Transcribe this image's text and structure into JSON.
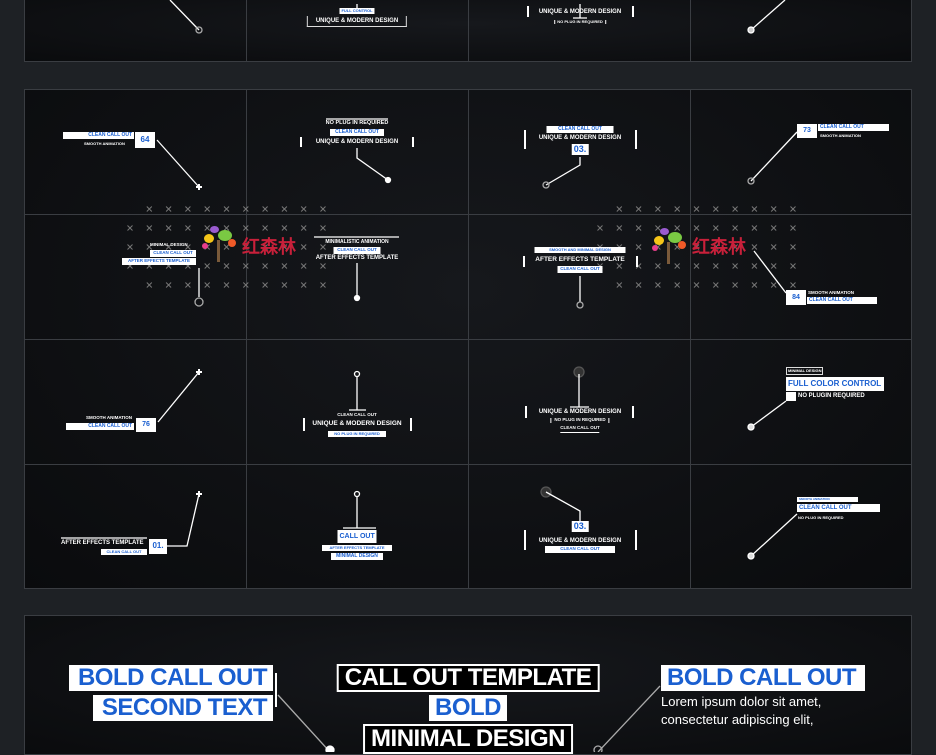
{
  "top": {
    "c2_small": "FULL CONTROL",
    "c2_main": "UNIQUE & MODERN DESIGN",
    "c3_main": "UNIQUE & MODERN DESIGN",
    "c3_sub": "NO PLUG IN REQUIRED"
  },
  "r1": {
    "c1_box": "CLEAN CALL OUT",
    "c1_sub": "SMOOTH ANIMATION",
    "c1_num": "64",
    "c2_a": "NO PLUG IN REQUIRED",
    "c2_b": "CLEAN CALL OUT",
    "c2_c": "UNIQUE & MODERN DESIGN",
    "c3_a": "CLEAN CALL OUT",
    "c3_b": "UNIQUE & MODERN DESIGN",
    "c3_num": "03.",
    "c4_num": "73",
    "c4_box": "CLEAN CALL OUT",
    "c4_sub": "SMOOTH ANIMATION"
  },
  "r2": {
    "c1_a": "MINIMAL DESIGN",
    "c1_b": "CLEAN CALL OUT",
    "c1_c": "AFTER EFFECTS TEMPLATE",
    "c2_a": "MINIMALISTIC ANIMATION",
    "c2_b": "CLEAN CALL OUT",
    "c2_c": "AFTER EFFECTS TEMPLATE",
    "c3_a": "SMOOTH AND MINIMAL DESIGN",
    "c3_b": "AFTER EFFECTS TEMPLATE",
    "c3_c": "CLEAN CALL OUT",
    "c4_num": "84",
    "c4_sub": "SMOOTH ANIMATION",
    "c4_box": "CLEAN CALL OUT"
  },
  "logo": "红森林",
  "r3": {
    "c1_sub": "SMOOTH ANIMATION",
    "c1_box": "CLEAN CALL OUT",
    "c1_num": "76",
    "c2_a": "CLEAN CALL OUT",
    "c2_b": "UNIQUE & MODERN DESIGN",
    "c2_c": "NO PLUG IN REQUIRED",
    "c3_a": "UNIQUE & MODERN DESIGN",
    "c3_b": "NO PLUG IN REQUIRED",
    "c3_c": "CLEAN CALL OUT",
    "c4_a": "MINIMAL DESIGN",
    "c4_b": "FULL COLOR CONTROL",
    "c4_c": "NO PLUGIN REQUIRED"
  },
  "r4": {
    "c1_a": "AFTER EFFECTS TEMPLATE",
    "c1_b": "CLEAN CALL OUT",
    "c1_num": "01.",
    "c2_a": "CALL OUT",
    "c2_b": "AFTER EFFECTS TEMPLATE",
    "c2_c": "MINIMAL DESIGN",
    "c3_num": "03.",
    "c3_a": "UNIQUE & MODERN DESIGN",
    "c3_b": "CLEAN CALL OUT",
    "c4_a": "SMOOTH ANIMATION",
    "c4_b": "CLEAN CALL OUT",
    "c4_c": "NO PLUG IN REQUIRED"
  },
  "bottom": {
    "left_1": "BOLD CALL OUT",
    "left_2": "SECOND TEXT",
    "center_1": "CALL OUT TEMPLATE",
    "center_2": "BOLD",
    "center_3": "MINIMAL DESIGN",
    "right_1": "BOLD CALL OUT",
    "right_l1": "Lorem ipsum dolor sit amet,",
    "right_l2": "consectetur adipiscing elit,"
  },
  "colors": {
    "accent": "#1a5fd0",
    "bg": "#1e2125"
  }
}
